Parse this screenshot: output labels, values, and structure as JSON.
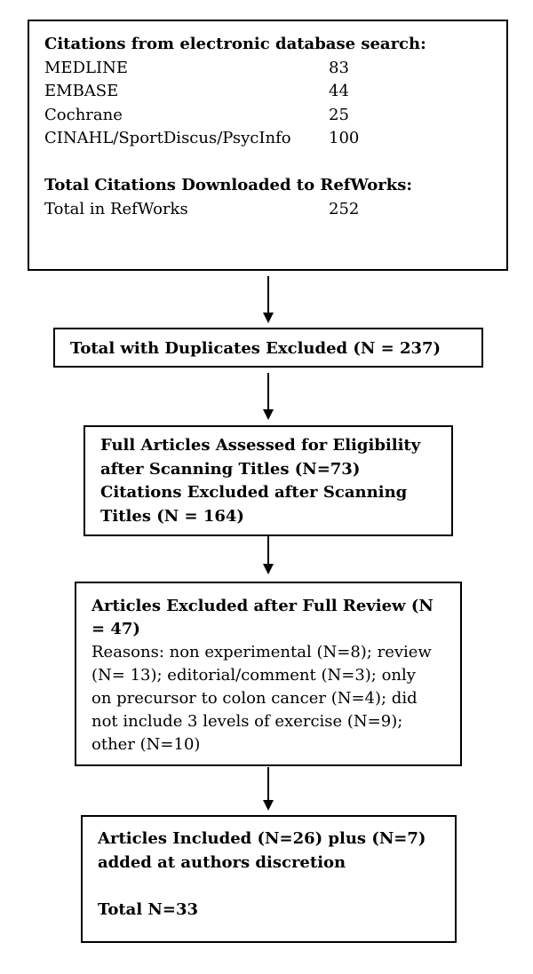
{
  "box1": {
    "heading": "Citations from electronic database search:",
    "rows": [
      {
        "name": "MEDLINE",
        "count": "83"
      },
      {
        "name": "EMBASE",
        "count": "44"
      },
      {
        "name": "Cochrane",
        "count": "25"
      },
      {
        "name": "CINAHL/SportDiscus/PsycInfo",
        "count": "100"
      }
    ],
    "heading2": "Total Citations Downloaded to RefWorks:",
    "total_row": {
      "name": "Total in RefWorks",
      "count": "252"
    }
  },
  "box2": {
    "text": "Total with Duplicates Excluded (N = 237)"
  },
  "box3": {
    "line1": "Full Articles Assessed for Eligibility",
    "line2": "after Scanning Titles (N=73)",
    "line3": "Citations Excluded after Scanning",
    "line4": "Titles (N = 164)"
  },
  "box4": {
    "heading_line1": "Articles Excluded after Full Review (N",
    "heading_line2": "= 47)",
    "reasons": [
      "Reasons: non experimental (N=8); review",
      "(N= 13); editorial/comment (N=3); only",
      "on precursor to colon cancer (N=4); did",
      "not include 3 levels of exercise (N=9);",
      "other (N=10)"
    ]
  },
  "box5": {
    "line1": "Articles Included (N=26) plus (N=7)",
    "line2": "added at authors discretion",
    "total": "Total N=33"
  },
  "colors": {
    "stroke": "#000000",
    "background": "#ffffff"
  }
}
